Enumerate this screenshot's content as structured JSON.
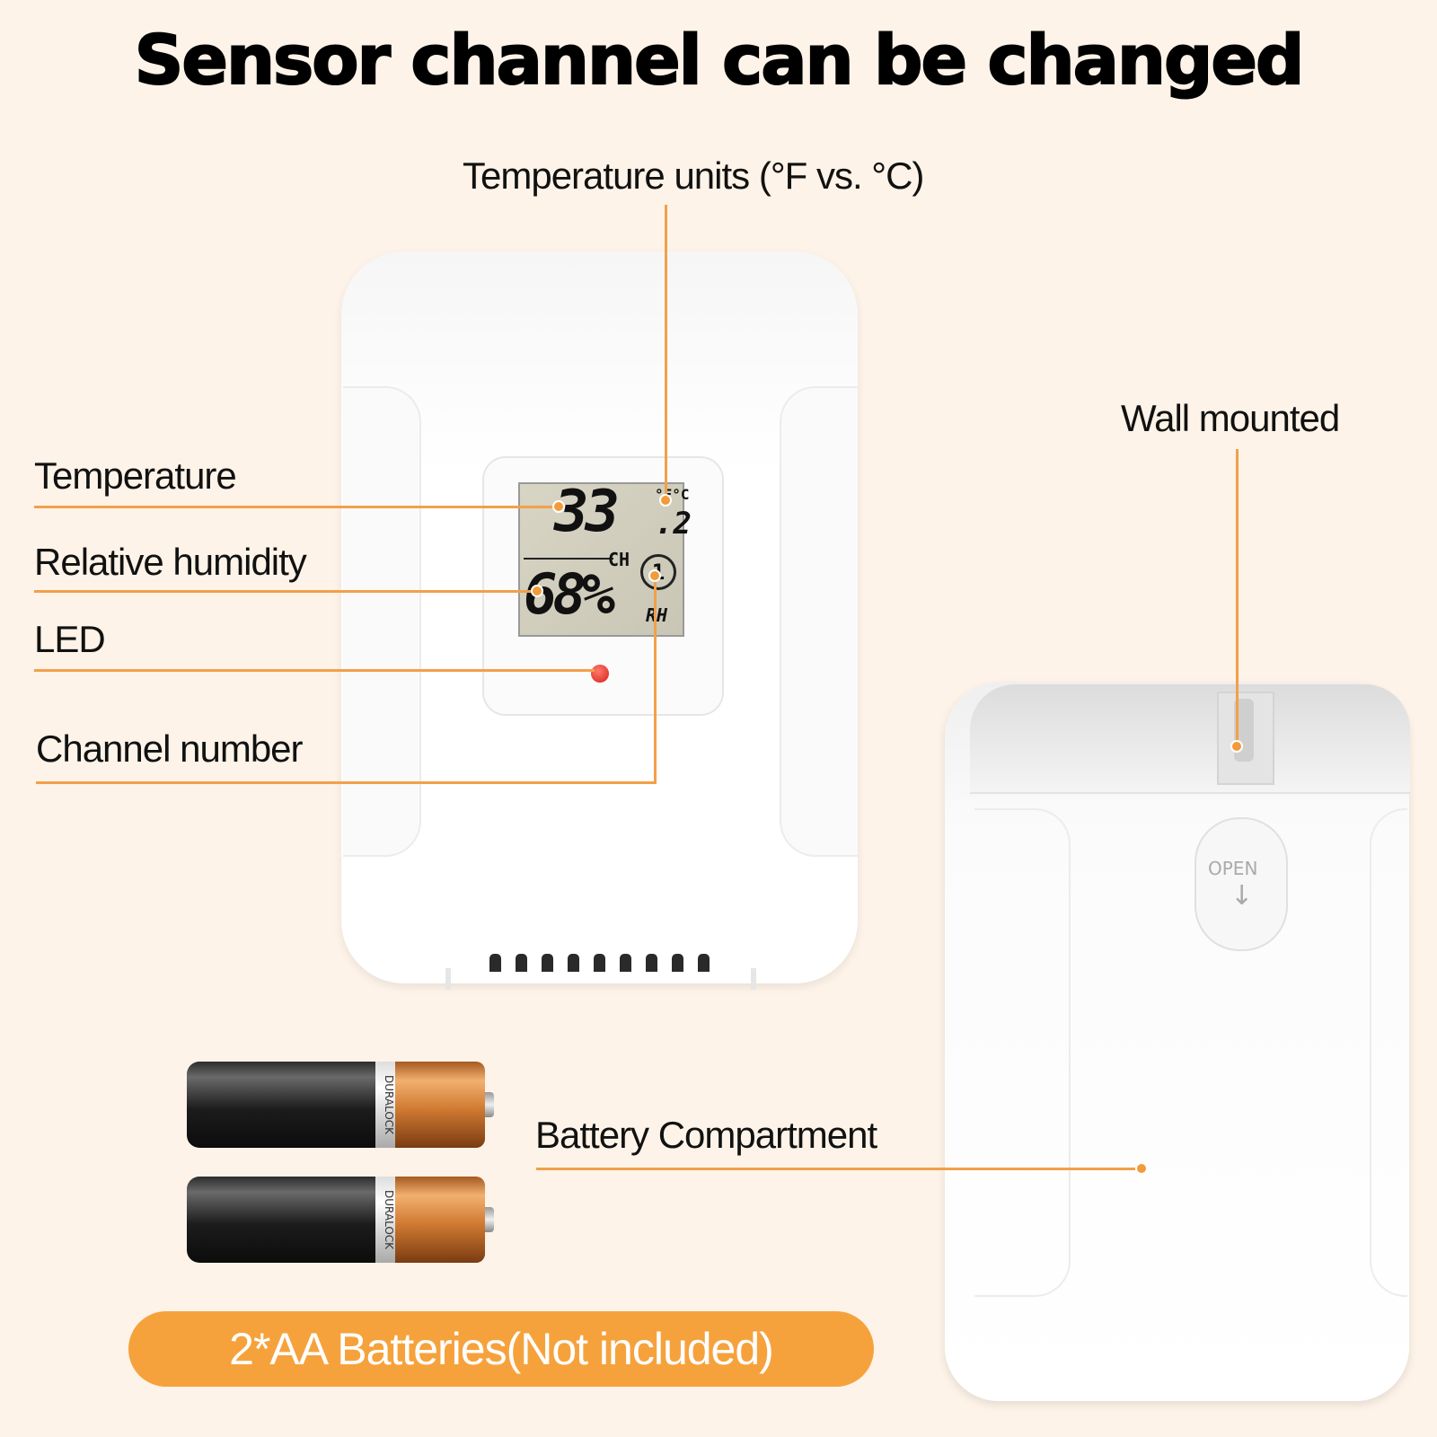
{
  "title": "Sensor channel can be changed",
  "labels": {
    "temperature_units": "Temperature units (°F vs. °C)",
    "temperature": "Temperature",
    "relative_humidity": "Relative humidity",
    "led": "LED",
    "channel_number": "Channel number",
    "wall_mounted": "Wall mounted",
    "battery_compartment": "Battery Compartment"
  },
  "display": {
    "temperature": "33",
    "temperature_decimal": ".2",
    "units": "°F°C",
    "channel_label": "CH",
    "channel": "1",
    "humidity": "68%",
    "humidity_unit": "RH"
  },
  "back": {
    "open_label": "OPEN",
    "open_arrow": "↓"
  },
  "battery_brand": "DURALOCK",
  "batteries_note": "2*AA Batteries(Not included)",
  "colors": {
    "background": "#fdf3e8",
    "accent": "#f6a23c",
    "callout_line": "#f2a04a"
  }
}
